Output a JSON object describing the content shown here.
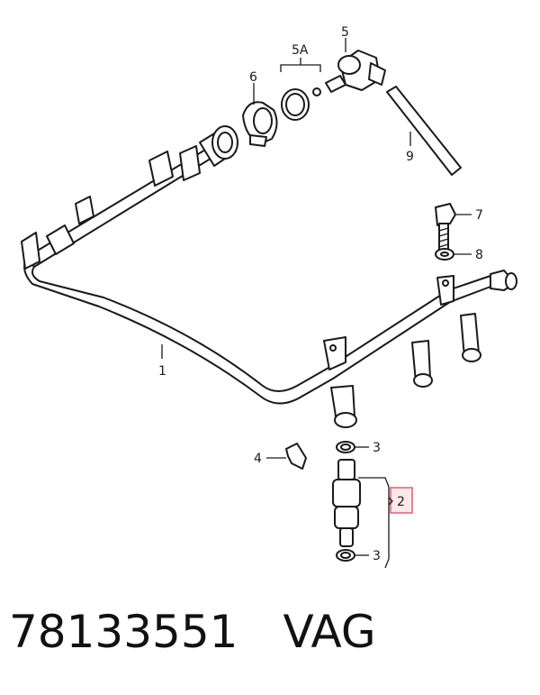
{
  "callouts": {
    "c1": "1",
    "c2": "2",
    "c3a": "3",
    "c3b": "3",
    "c4": "4",
    "c5": "5",
    "c5a": "5A",
    "c6": "6",
    "c7": "7",
    "c8": "8",
    "c9": "9"
  },
  "highlight_color": "#e06070",
  "footer": {
    "part_number": "78133551",
    "brand": "VAG"
  }
}
